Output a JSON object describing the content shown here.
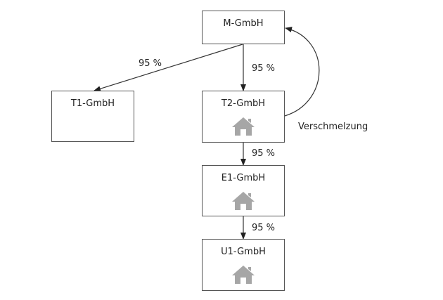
{
  "nodes": {
    "m": {
      "label": "M-GmbH"
    },
    "t1": {
      "label": "T1-GmbH"
    },
    "t2": {
      "label": "T2-GmbH",
      "icon": "house-icon"
    },
    "e1": {
      "label": "E1-GmbH",
      "icon": "house-icon"
    },
    "u1": {
      "label": "U1-GmbH",
      "icon": "house-icon"
    }
  },
  "edges": {
    "m_t1": {
      "label": "95 %"
    },
    "m_t2": {
      "label": "95 %"
    },
    "t2_e1": {
      "label": "95 %"
    },
    "e1_u1": {
      "label": "95 %"
    },
    "t2_m": {
      "label": "Verschmelzung"
    }
  },
  "colors": {
    "house": "#a6a6a6",
    "line": "#333333",
    "border": "#555555"
  }
}
